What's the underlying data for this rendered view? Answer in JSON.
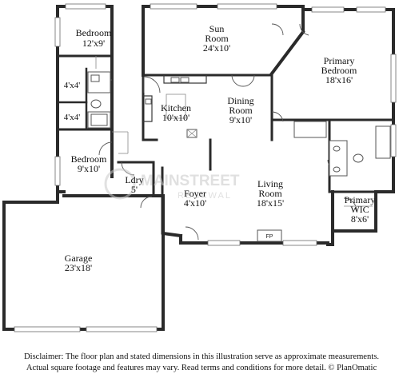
{
  "rooms": {
    "bedroom_nw": {
      "name": "Bedroom",
      "dims": "12'x9'"
    },
    "sun_room": {
      "name1": "Sun",
      "name2": "Room",
      "dims": "24'x10'"
    },
    "primary_bedroom": {
      "name1": "Primary",
      "name2": "Bedroom",
      "dims": "18'x16'"
    },
    "bath_1": {
      "dims": "4'x4'"
    },
    "bath_2": {
      "dims": "4'x4'"
    },
    "kitchen": {
      "name": "Kitchen",
      "dims": "10'x10'"
    },
    "dining_room": {
      "name1": "Dining",
      "name2": "Room",
      "dims": "9'x10'"
    },
    "bedroom_sw": {
      "name": "Bedroom",
      "dims": "9'x10'"
    },
    "laundry": {
      "name": "Ldry",
      "dims": "5'"
    },
    "foyer": {
      "name": "Foyer",
      "dims": "4'x10'"
    },
    "living_room": {
      "name1": "Living",
      "name2": "Room",
      "dims": "18'x15'"
    },
    "primary_wic": {
      "name1": "Primary",
      "name2": "WIC",
      "dims": "8'x6'"
    },
    "garage": {
      "name": "Garage",
      "dims": "23'x18'"
    }
  },
  "fireplace": {
    "label": "FP"
  },
  "watermark": {
    "brand": "MAINSTREET",
    "sub": "RENEWAL"
  },
  "disclaimer": {
    "line1": "Disclaimer: The floor plan and stated dimensions in this illustration serve as approximate measurements.",
    "line2": "Actual square footage and features may vary. Read terms and conditions for more detail. © PlanOmatic"
  },
  "colors": {
    "wall": "#2a2a2a",
    "background": "#ffffff",
    "watermark": "#c8c8c8"
  }
}
